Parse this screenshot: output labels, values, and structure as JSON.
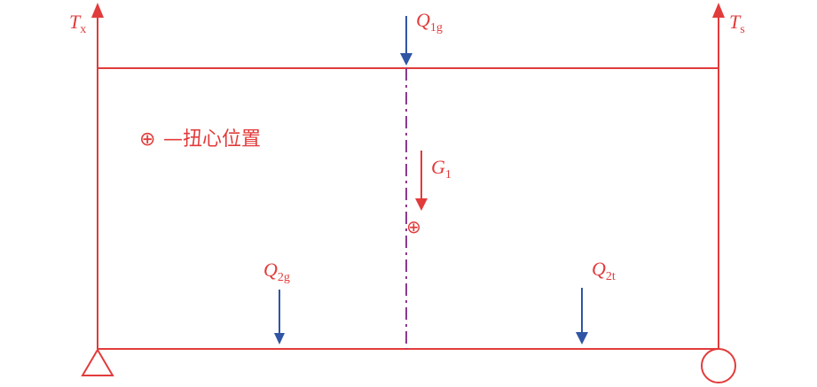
{
  "colors": {
    "structure": "#e23b3b",
    "load_arrow": "#2f55a4",
    "self_weight_arrow": "#e23b3b",
    "centerline": "#8b3a8f",
    "background": "#ffffff"
  },
  "labels": {
    "tx": {
      "main": "T",
      "sub": "x"
    },
    "ts": {
      "main": "T",
      "sub": "s"
    },
    "q1g": {
      "main": "Q",
      "sub": "1g"
    },
    "g1": {
      "main": "G",
      "sub": "1"
    },
    "q2g": {
      "main": "Q",
      "sub": "2g"
    },
    "q2t": {
      "main": "Q",
      "sub": "2t"
    }
  },
  "legend": {
    "symbol": "⊕",
    "text": "—扭心位置"
  },
  "torsion_center_symbol": "⊕",
  "icons": {
    "left_support": "pin-support-icon",
    "right_support": "roller-support-icon",
    "torsion_center": "torsion-center-icon"
  }
}
